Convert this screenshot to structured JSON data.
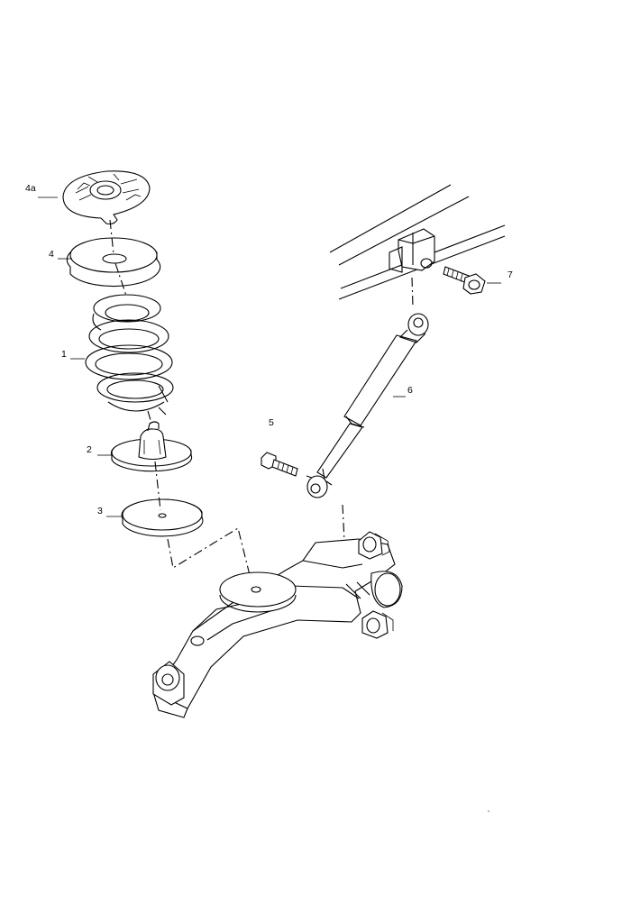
{
  "callouts": {
    "c4a": "4a",
    "c4": "4",
    "c1": "1",
    "c2": "2",
    "c3": "3",
    "c5": "5",
    "c6": "6",
    "c7": "7"
  }
}
